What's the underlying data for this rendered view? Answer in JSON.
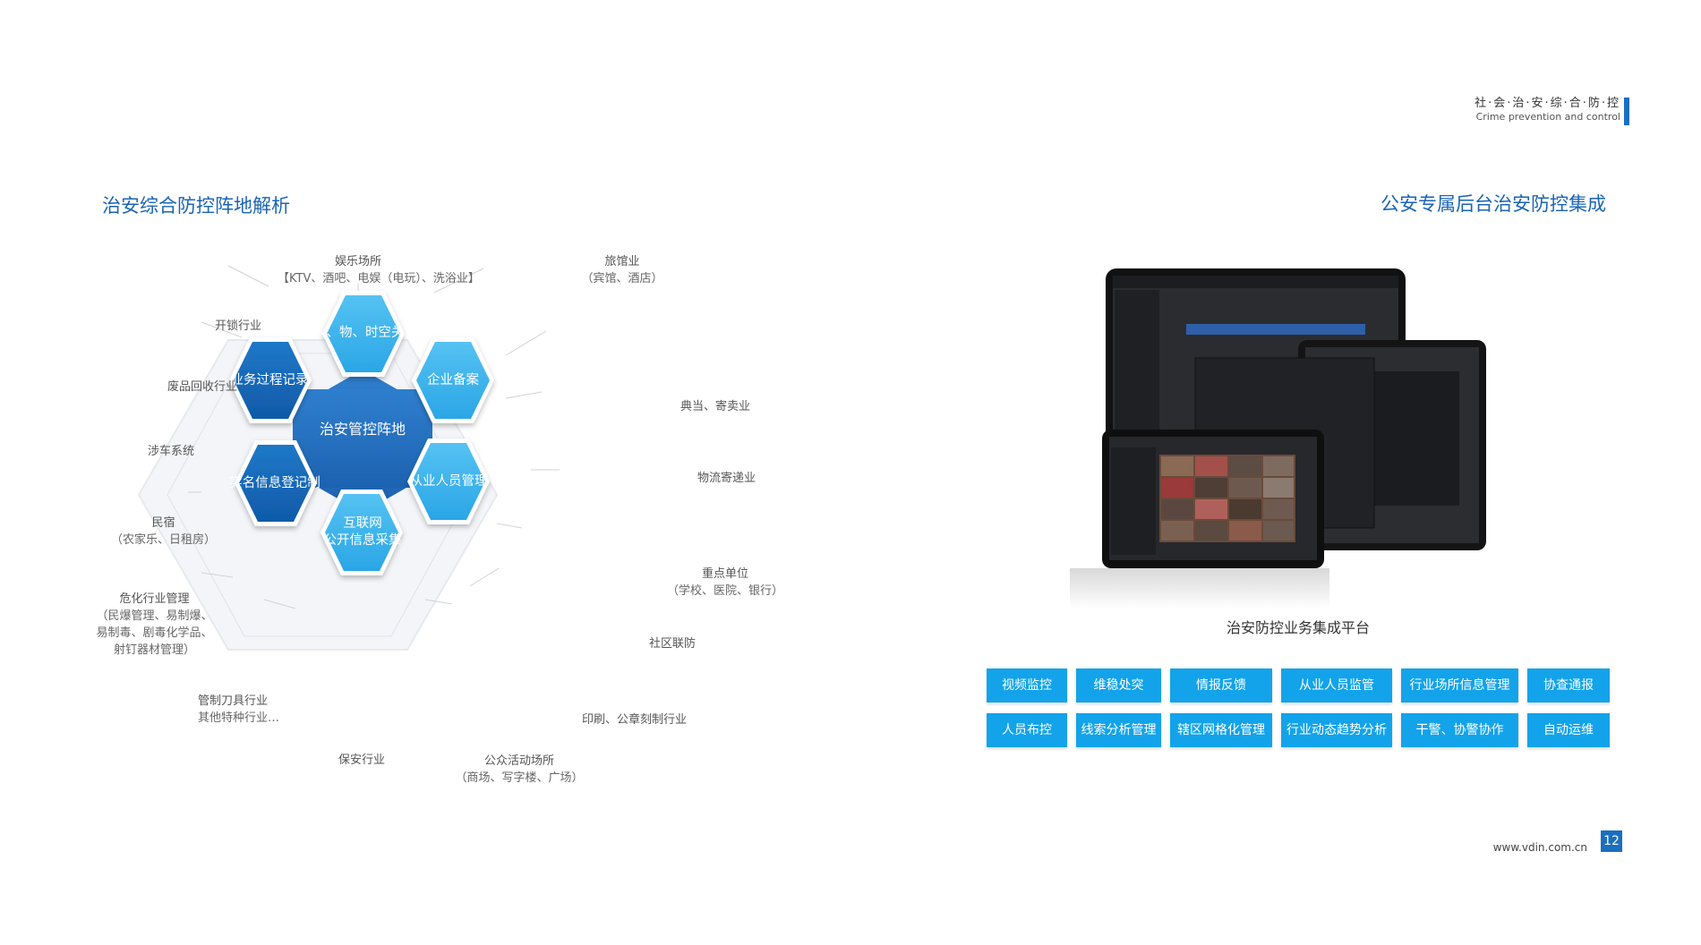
{
  "header": {
    "brand_cn": "社·会·治·安·综·合·防·控",
    "brand_en": "Crime prevention and control"
  },
  "left": {
    "title": "治安综合防控阵地解析",
    "center_label": "治安管控阵地",
    "hexes": {
      "top": "人、物、时空关系",
      "upper_right": "企业备案",
      "lower_right": "从业人员管理",
      "bottom_line1": "互联网",
      "bottom_line2": "公开信息采集",
      "lower_left": "实名信息登记制",
      "upper_left": "业务过程记录"
    },
    "labels": {
      "entertainment": "娱乐场所",
      "entertainment_sub": "【KTV、酒吧、电娱（电玩）、洗浴业】",
      "hotel": "旅馆业",
      "hotel_sub": "（宾馆、酒店）",
      "pawn": "典当、寄卖业",
      "logistics": "物流寄递业",
      "key_unit": "重点单位",
      "key_unit_sub": "（学校、医院、银行）",
      "community": "社区联防",
      "printing": "印刷、公章刻制行业",
      "public_place": "公众活动场所",
      "public_place_sub": "（商场、写字楼、广场）",
      "security": "保安行业",
      "knife": "管制刀具行业",
      "knife_sub": "其他特种行业…",
      "hazard": "危化行业管理",
      "hazard_sub1": "（民爆管理、易制爆、",
      "hazard_sub2": "易制毒、剧毒化学品、",
      "hazard_sub3": "射钉器材管理）",
      "homestay": "民宿",
      "homestay_sub": "（农家乐、日租房）",
      "vehicle": "涉车系统",
      "recycling": "废品回收行业",
      "locksmith": "开锁行业"
    }
  },
  "right": {
    "title": "公安专属后台治安防控集成",
    "caption": "治安防控业务集成平台",
    "buttons_row1": [
      "视频监控",
      "维稳处突",
      "情报反馈",
      "从业人员监管",
      "行业场所信息管理",
      "协查通报"
    ],
    "buttons_row2": [
      "人员布控",
      "线索分析管理",
      "辖区网格化管理",
      "行业动态趋势分析",
      "干警、协警协作",
      "自动运维"
    ]
  },
  "footer": {
    "url": "www.vdin.com.cn",
    "page": "12"
  },
  "colors": {
    "title_blue": "#1a64b4",
    "button_blue": "#13a3ea",
    "hex_dark": "#1565b8",
    "hex_light": "#3fb5ee"
  }
}
